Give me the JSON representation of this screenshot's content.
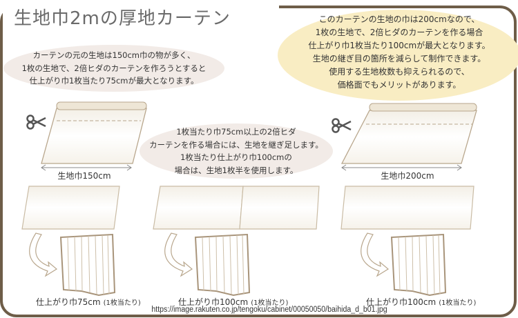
{
  "title": "生地巾2mの厚地カーテン",
  "bubbles": {
    "left": [
      "カーテンの元の生地は150cm巾の物が多く、",
      "1枚の生地で、2倍ヒダのカーテンを作ろうとすると",
      "仕上がり巾1枚当たり75cmが最大となります。"
    ],
    "middle": [
      "1枚当たり巾75cm以上の2倍ヒダ",
      "カーテンを作る場合には、生地を継ぎ足します。",
      "1枚当たり仕上がり巾100cmの",
      "場合は、生地1枚半を使用します。"
    ],
    "right": [
      "このカーテンの生地の巾は200cmなので、",
      "1枚の生地で、2倍ヒダのカーテンを作る場合",
      "仕上がり巾1枚当たり100cmが最大となります。",
      "生地の継ぎ目の箇所を減らして制作できます。",
      "使用する生地枚数も抑えられるので、",
      "価格面でもメリットがあります。"
    ]
  },
  "fabric_labels": {
    "left": "生地巾150cm",
    "right": "生地巾200cm"
  },
  "captions": [
    {
      "main": "仕上がり巾75cm",
      "sub": "(1枚当たり)"
    },
    {
      "main": "仕上がり巾100cm",
      "sub": "(1枚当たり)"
    },
    {
      "main": "仕上がり巾100cm",
      "sub": "(1枚当たり)"
    }
  ],
  "url": "https://image.rakuten.co.jp/tengoku/cabinet/00050050/baihida_d_b01.jpg",
  "colors": {
    "frame": "#6e5d48",
    "bubble_pink": "#f2ebe7",
    "bubble_yellow": "#f9edc3",
    "fabric_edge": "#b8a68c"
  }
}
